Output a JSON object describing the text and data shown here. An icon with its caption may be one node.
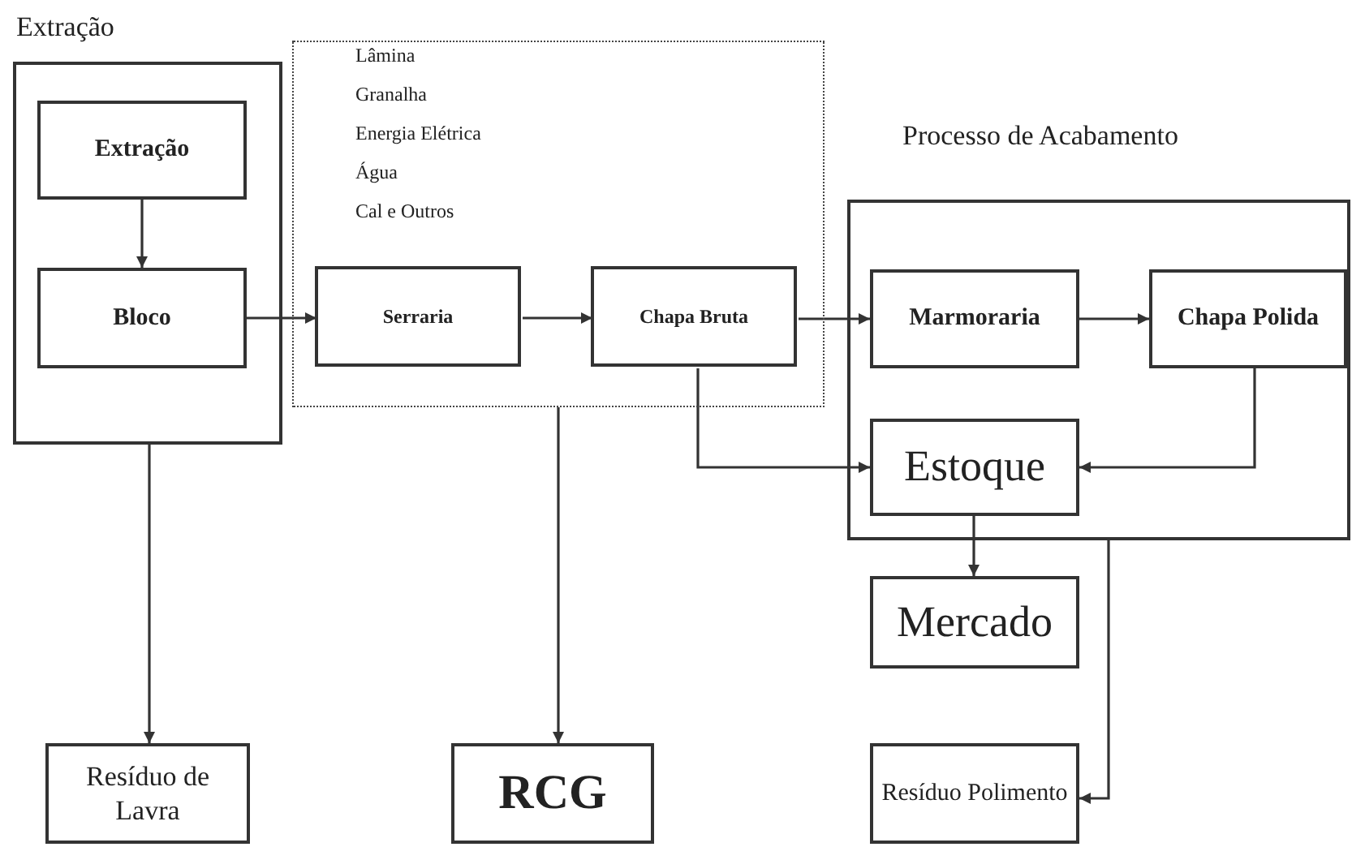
{
  "diagram": {
    "nodes": [
      {
        "text": [
          "Extração"
        ]
      },
      {
        "text": [
          "Extração"
        ],
        "in": 0
      },
      {
        "text": [
          "Bloco"
        ],
        "in": 0
      },
      {
        "text": [
          "Lâmina",
          "Granalha",
          "Energia Elétrica",
          "Água",
          "Cal e Outros"
        ]
      },
      {
        "text": [
          "Serraria"
        ],
        "in": 3
      },
      {
        "text": [
          "Chapa Bruta"
        ],
        "in": 3
      },
      {
        "text": [
          "Processo de Acabamento"
        ]
      },
      {
        "text": [
          "Marmoraria"
        ],
        "in": 6
      },
      {
        "text": [
          "Chapa Polida"
        ],
        "in": 6
      },
      {
        "text": [
          "Estoque"
        ],
        "in": 6
      },
      {
        "text": [
          "Mercado"
        ]
      },
      {
        "text": [
          "Resíduo de Lavra"
        ]
      },
      {
        "text": [
          "RCG"
        ]
      },
      {
        "text": [
          "Resíduo Polimento"
        ]
      }
    ],
    "edges": [
      {
        "from": 1,
        "to": 2,
        "arrow": "to"
      },
      {
        "from": 2,
        "to": 4,
        "arrow": "to"
      },
      {
        "from": 4,
        "to": 5,
        "arrow": "to"
      },
      {
        "from": 5,
        "to": 7,
        "arrow": "to"
      },
      {
        "from": 7,
        "to": 8,
        "arrow": "to"
      },
      {
        "from": 5,
        "to": 9,
        "arrow": "to"
      },
      {
        "from": 8,
        "to": 9,
        "arrow": "to"
      },
      {
        "from": 9,
        "to": 10,
        "arrow": "to"
      },
      {
        "from": 0,
        "to": 11,
        "arrow": "to"
      },
      {
        "from": 3,
        "to": 12,
        "arrow": "to"
      },
      {
        "from": 6,
        "to": 13,
        "arrow": "to"
      }
    ]
  }
}
